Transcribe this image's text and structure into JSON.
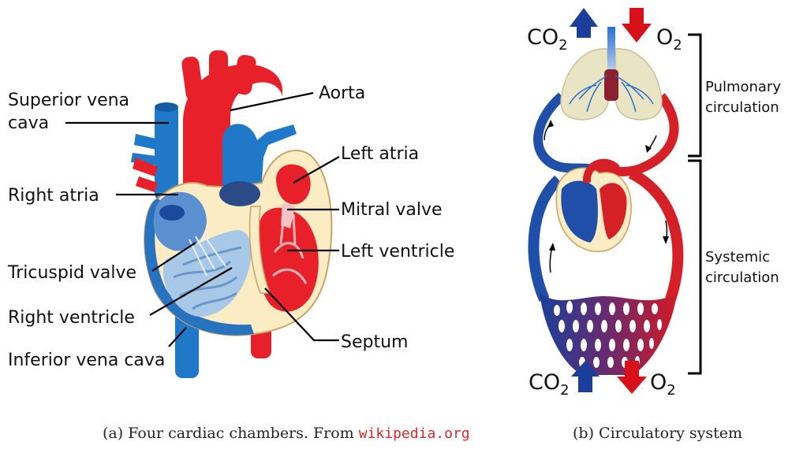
{
  "colors": {
    "artery": "#e8202a",
    "vein": "#1f78c8",
    "deep_vein": "#123f96",
    "oxy_dark": "#c8101c",
    "tissue": "#fbecc4",
    "tissue_edge": "#c8a468",
    "lung": "#e9e4c4",
    "link": "#d42a2a",
    "gas_up": "#1a3e99",
    "gas_down": "#d8101a"
  },
  "heart": {
    "labels": {
      "superior_vena_cava_1": "Superior vena",
      "superior_vena_cava_2": "cava",
      "aorta": "Aorta",
      "left_atria": "Left atria",
      "right_atria": "Right atria",
      "mitral_valve": "Mitral valve",
      "left_ventricle": "Left ventricle",
      "tricuspid_valve": "Tricuspid valve",
      "right_ventricle": "Right ventricle",
      "septum": "Septum",
      "inferior_vena_cava": "Inferior vena cava"
    },
    "caption_prefix": "(a) Four cardiac chambers. From ",
    "caption_link": "wikipedia.org"
  },
  "circulation": {
    "gas_top_left": "CO",
    "gas_top_left_sub": "2",
    "gas_top_right": "O",
    "gas_top_right_sub": "2",
    "gas_bottom_left": "CO",
    "gas_bottom_left_sub": "2",
    "gas_bottom_right": "O",
    "gas_bottom_right_sub": "2",
    "pulmonary_1": "Pulmonary",
    "pulmonary_2": "circulation",
    "systemic_1": "Systemic",
    "systemic_2": "circulation",
    "caption": "(b) Circulatory system"
  }
}
